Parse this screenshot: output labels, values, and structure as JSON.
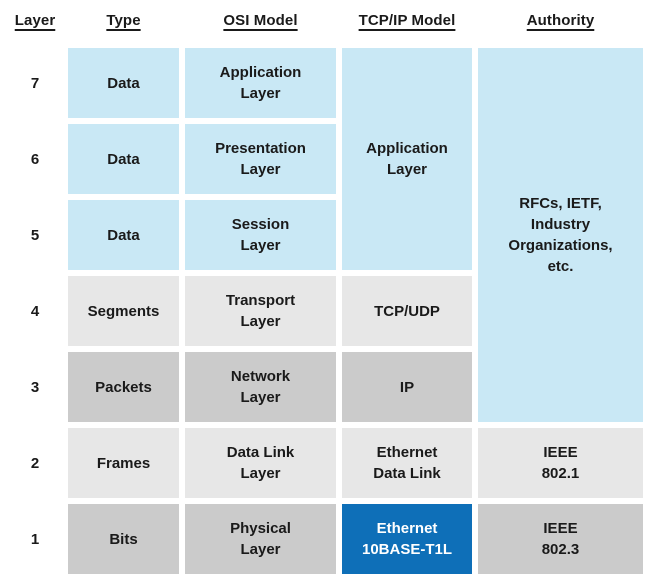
{
  "columns": {
    "layer": "Layer",
    "type": "Type",
    "osi": "OSI Model",
    "tcpip": "TCP/IP Model",
    "authority": "Authority"
  },
  "rows": [
    {
      "layer": "7",
      "type": "Data",
      "osi": "Application\nLayer"
    },
    {
      "layer": "6",
      "type": "Data",
      "osi": "Presentation\nLayer"
    },
    {
      "layer": "5",
      "type": "Data",
      "osi": "Session\nLayer"
    },
    {
      "layer": "4",
      "type": "Segments",
      "osi": "Transport\nLayer",
      "tcpip": "TCP/UDP"
    },
    {
      "layer": "3",
      "type": "Packets",
      "osi": "Network\nLayer",
      "tcpip": "IP"
    },
    {
      "layer": "2",
      "type": "Frames",
      "osi": "Data Link\nLayer",
      "tcpip": "Ethernet\nData Link",
      "authority": "IEEE\n802.1"
    },
    {
      "layer": "1",
      "type": "Bits",
      "osi": "Physical\nLayer",
      "tcpip": "Ethernet\n10BASE-T1L",
      "authority": "IEEE\n802.3"
    }
  ],
  "merged_cells": {
    "tcpip_application": "Application\nLayer",
    "authority_standards": "RFCs, IETF,\nIndustry\nOrganizations,\netc."
  },
  "colors": {
    "upper_layers_blue": "#c9e8f5",
    "light_gray": "#e7e7e7",
    "mid_gray": "#cbcbcb",
    "highlight_blue": "#0e6fb8",
    "highlight_text": "#ffffff",
    "text": "#1a1a1a"
  }
}
